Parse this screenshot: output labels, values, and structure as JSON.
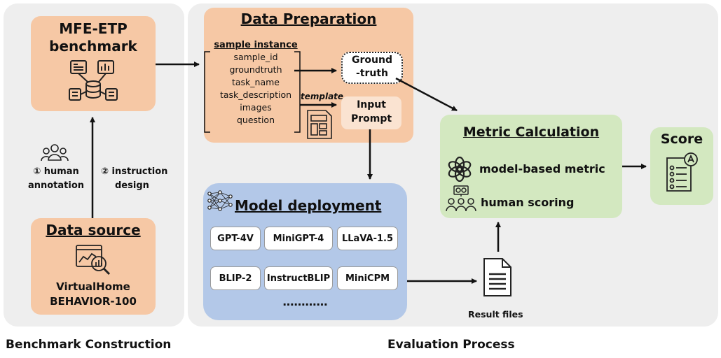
{
  "sections": {
    "benchmark_construction": "Benchmark Construction",
    "evaluation_process": "Evaluation Process"
  },
  "mfe": {
    "line1": "MFE-ETP",
    "line2": "benchmark"
  },
  "annotation": {
    "human": "① human",
    "human2": "annotation",
    "instruction": "② instruction",
    "instruction2": "design"
  },
  "data_source": {
    "title": "Data source",
    "line1": "VirtualHome",
    "line2": "BEHAVIOR-100"
  },
  "data_prep": {
    "title": "Data Preparation",
    "sample_title": "sample instance",
    "fields": [
      "sample_id",
      "groundtruth",
      "task_name",
      "task_description",
      "images",
      "question"
    ],
    "template": "template",
    "ground_truth": [
      "Ground",
      "-truth"
    ],
    "input_prompt": [
      "Input",
      "Prompt"
    ]
  },
  "model": {
    "title": "Model deployment",
    "models": [
      "GPT-4V",
      "MiniGPT-4",
      "LLaVA-1.5",
      "BLIP-2",
      "InstructBLIP",
      "MiniCPM"
    ],
    "ellipsis": "…………"
  },
  "result_files": "Result files",
  "metric": {
    "title": "Metric Calculation",
    "model_based": "model-based metric",
    "human": "human scoring"
  },
  "score": "Score",
  "icons": [
    "database-icon",
    "people-icon",
    "magnifier-chart-icon",
    "template-icon",
    "network-icon",
    "openai-icon",
    "human-scoring-icon",
    "document-icon",
    "score-sheet-icon"
  ]
}
